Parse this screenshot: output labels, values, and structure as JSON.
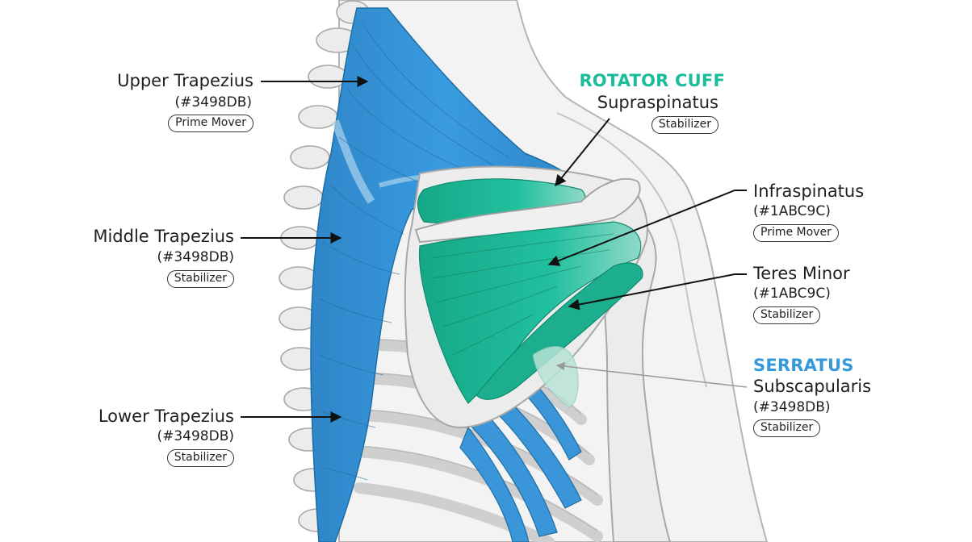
{
  "colors": {
    "trapezius": "#3498DB",
    "rotator_cuff": "#1ABC9C",
    "bone": "#e6e6e6",
    "outline": "#9a9a9a",
    "rotator_heading": "#1ABC9C",
    "serratus_heading": "#3498DB"
  },
  "left_labels": [
    {
      "name": "Upper Trapezius",
      "hex": "(#3498DB)",
      "role": "Prime Mover"
    },
    {
      "name": "Middle Trapezius",
      "hex": "(#3498DB)",
      "role": "Stabilizer"
    },
    {
      "name": "Lower Trapezius",
      "hex": "(#3498DB)",
      "role": "Stabilizer"
    }
  ],
  "rotator_cuff": {
    "heading": "ROTATOR CUFF",
    "supraspinatus": {
      "name": "Supraspinatus",
      "role": "Stabilizer"
    },
    "infraspinatus": {
      "name": "Infraspinatus",
      "hex": "(#1ABC9C)",
      "role": "Prime Mover"
    },
    "teres_minor": {
      "name": "Teres Minor",
      "hex": "(#1ABC9C)",
      "role": "Stabilizer"
    }
  },
  "serratus": {
    "heading": "SERRATUS",
    "name": "Subscapularis",
    "hex": "(#3498DB)",
    "role": "Stabilizer"
  }
}
